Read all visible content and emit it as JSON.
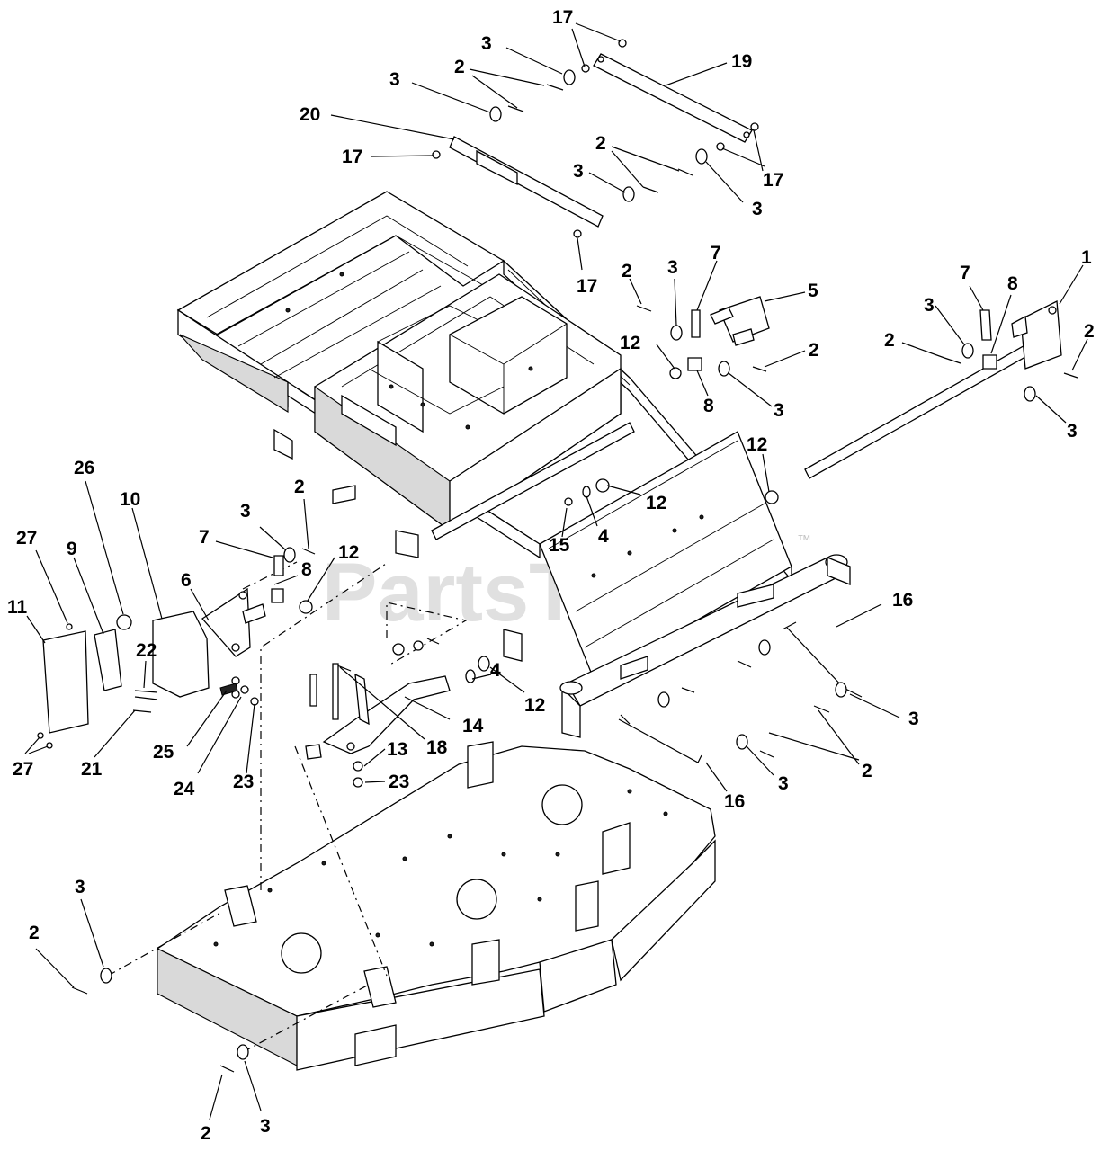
{
  "watermark": {
    "text": "PartsTree",
    "tm": "™",
    "color": "#d6d6d6"
  },
  "callouts": [
    {
      "id": "c17a",
      "label": "17"
    },
    {
      "id": "c3a",
      "label": "3"
    },
    {
      "id": "c2a",
      "label": "2"
    },
    {
      "id": "c19",
      "label": "19"
    },
    {
      "id": "c3b",
      "label": "3"
    },
    {
      "id": "c20",
      "label": "20"
    },
    {
      "id": "c17b",
      "label": "17"
    },
    {
      "id": "c2b",
      "label": "2"
    },
    {
      "id": "c3c",
      "label": "3"
    },
    {
      "id": "c17c",
      "label": "17"
    },
    {
      "id": "c3d",
      "label": "3"
    },
    {
      "id": "c17d",
      "label": "17"
    },
    {
      "id": "c2c",
      "label": "2"
    },
    {
      "id": "c3e",
      "label": "3"
    },
    {
      "id": "c7a",
      "label": "7"
    },
    {
      "id": "c5",
      "label": "5"
    },
    {
      "id": "c12a",
      "label": "12"
    },
    {
      "id": "c2d",
      "label": "2"
    },
    {
      "id": "c8a",
      "label": "8"
    },
    {
      "id": "c3f",
      "label": "3"
    },
    {
      "id": "c7b",
      "label": "7"
    },
    {
      "id": "c8b",
      "label": "8"
    },
    {
      "id": "c1",
      "label": "1"
    },
    {
      "id": "c3g",
      "label": "3"
    },
    {
      "id": "c2e",
      "label": "2"
    },
    {
      "id": "c2f",
      "label": "2"
    },
    {
      "id": "c3h",
      "label": "3"
    },
    {
      "id": "c12b",
      "label": "12"
    },
    {
      "id": "c12c",
      "label": "12"
    },
    {
      "id": "c4a",
      "label": "4"
    },
    {
      "id": "c15",
      "label": "15"
    },
    {
      "id": "c26",
      "label": "26"
    },
    {
      "id": "c10",
      "label": "10"
    },
    {
      "id": "c2g",
      "label": "2"
    },
    {
      "id": "c3i",
      "label": "3"
    },
    {
      "id": "c27a",
      "label": "27"
    },
    {
      "id": "c9",
      "label": "9"
    },
    {
      "id": "c7c",
      "label": "7"
    },
    {
      "id": "c8c",
      "label": "8"
    },
    {
      "id": "c12d",
      "label": "12"
    },
    {
      "id": "c6",
      "label": "6"
    },
    {
      "id": "c11",
      "label": "11"
    },
    {
      "id": "c16a",
      "label": "16"
    },
    {
      "id": "c22",
      "label": "22"
    },
    {
      "id": "c4b",
      "label": "4"
    },
    {
      "id": "c12e",
      "label": "12"
    },
    {
      "id": "c14",
      "label": "14"
    },
    {
      "id": "c3j",
      "label": "3"
    },
    {
      "id": "c18",
      "label": "18"
    },
    {
      "id": "c13",
      "label": "13"
    },
    {
      "id": "c25",
      "label": "25"
    },
    {
      "id": "c21",
      "label": "21"
    },
    {
      "id": "c27b",
      "label": "27"
    },
    {
      "id": "c24",
      "label": "24"
    },
    {
      "id": "c23a",
      "label": "23"
    },
    {
      "id": "c23b",
      "label": "23"
    },
    {
      "id": "c2h",
      "label": "2"
    },
    {
      "id": "c3k",
      "label": "3"
    },
    {
      "id": "c16b",
      "label": "16"
    },
    {
      "id": "c3l",
      "label": "3"
    },
    {
      "id": "c2i",
      "label": "2"
    },
    {
      "id": "c2j",
      "label": "2"
    },
    {
      "id": "c3m",
      "label": "3"
    }
  ]
}
